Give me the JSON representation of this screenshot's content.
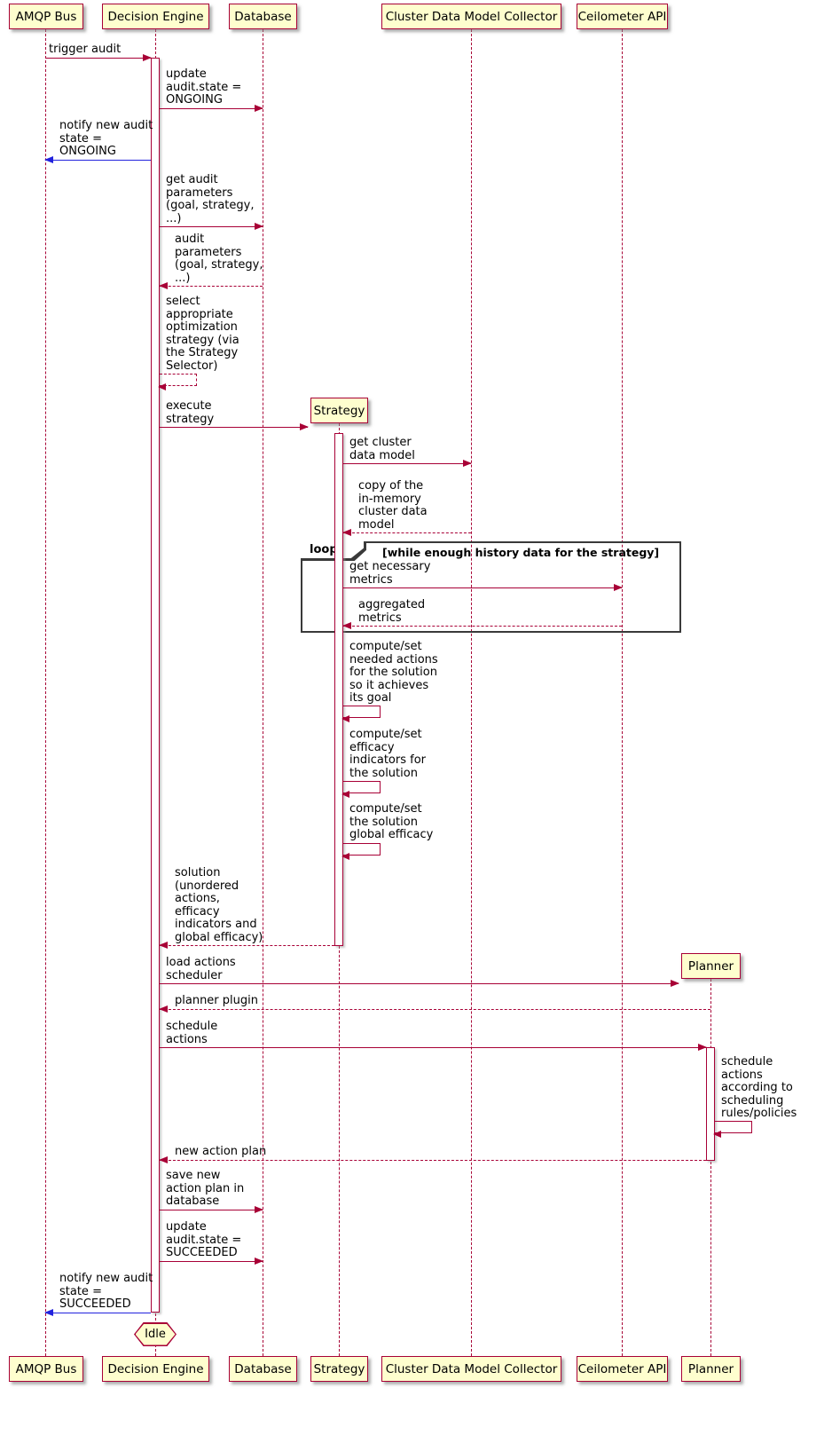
{
  "diagram_type": "sequence",
  "participants": {
    "amqp": "AMQP Bus",
    "engine": "Decision Engine",
    "db": "Database",
    "strategy": "Strategy",
    "collector": "Cluster Data Model Collector",
    "ceilometer": "Ceilometer API",
    "planner": "Planner"
  },
  "messages": {
    "trigger_audit": "trigger audit",
    "update_state_ongoing": "update\naudit.state =\nONGOING",
    "notify_ongoing": "notify new audit\nstate =\nONGOING",
    "get_audit_params": "get audit\nparameters\n(goal, strategy,\n...)",
    "audit_params_return": "audit\nparameters\n(goal, strategy,\n...)",
    "select_strategy": "select\nappropriate\noptimization\nstrategy (via\nthe Strategy\nSelector)",
    "execute_strategy": "execute\nstrategy",
    "get_cluster_model": "get cluster\ndata model",
    "copy_cluster_model": "copy of the\nin-memory\ncluster data\nmodel",
    "get_metrics": "get necessary\nmetrics",
    "aggregated_metrics": "aggregated\nmetrics",
    "compute_actions": "compute/set\nneeded actions\nfor the solution\nso it achieves\nits goal",
    "compute_efficacy": "compute/set\nefficacy\nindicators for\nthe solution",
    "compute_global_efficacy": "compute/set\nthe solution\nglobal efficacy",
    "solution_return": "solution\n(unordered\nactions,\nefficacy\nindicators and\nglobal efficacy)",
    "load_scheduler": "load actions\nscheduler",
    "planner_plugin": "planner plugin",
    "schedule_actions": "schedule\nactions",
    "schedule_self": "schedule\nactions\naccording to\nscheduling\nrules/policies",
    "new_action_plan": "new action plan",
    "save_action_plan": "save new\naction plan in\ndatabase",
    "update_state_succeeded": "update\naudit.state =\nSUCCEEDED",
    "notify_succeeded": "notify new audit\nstate =\nSUCCEEDED"
  },
  "loop_frame": {
    "keyword": "loop",
    "condition": "[while enough history data for the strategy]"
  },
  "end_state": "Idle",
  "colors": {
    "participant_fill": "#FEFECE",
    "line": "#A80036",
    "notify_arrow": "#2222DD",
    "frame_border": "#3A3A3A",
    "text": "#000000"
  }
}
